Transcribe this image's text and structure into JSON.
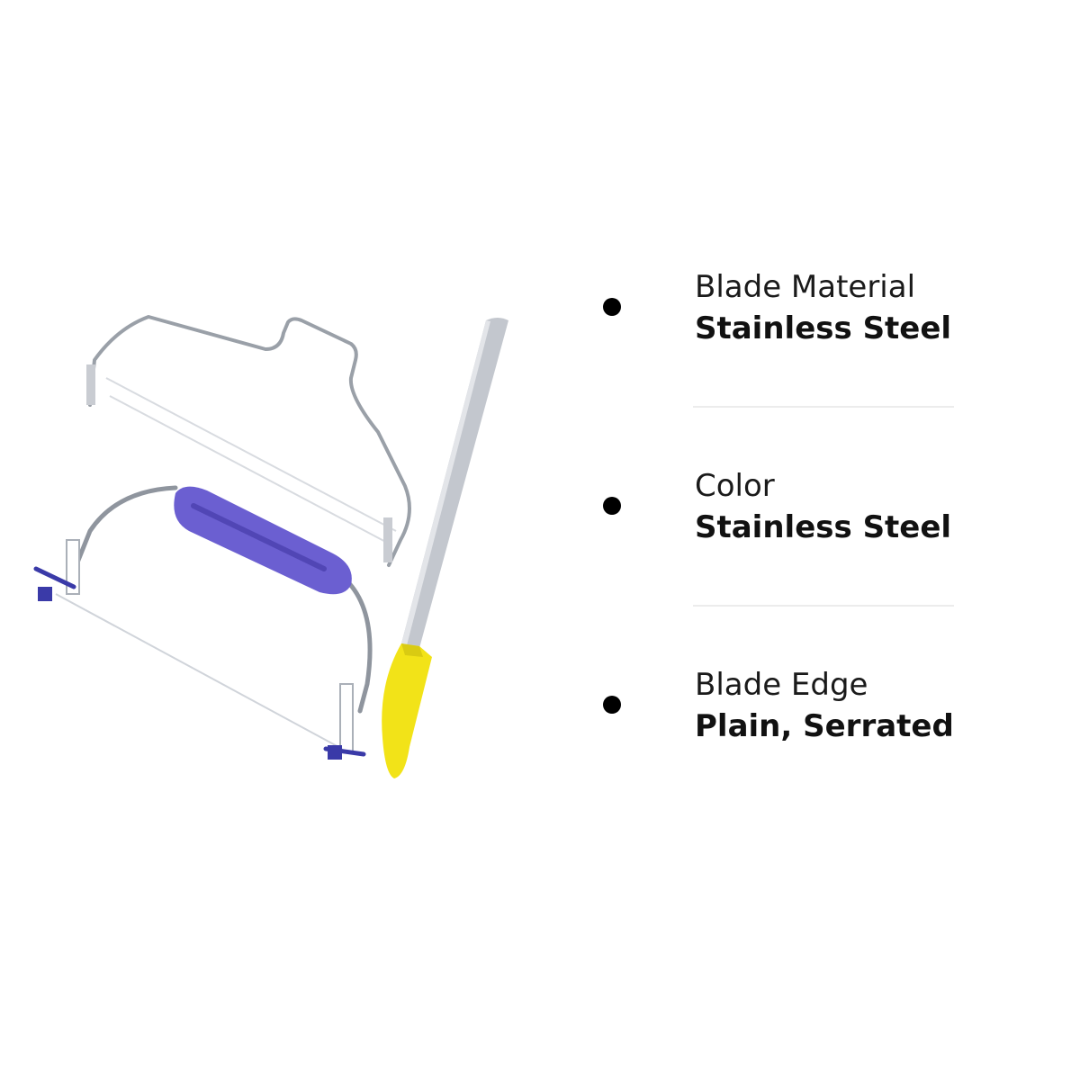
{
  "colors": {
    "leveler_handle": "#6b5fd1",
    "knife_handle": "#f2e318",
    "steel": "#b8bcc4",
    "bullet": "#000000",
    "divider": "#ececec"
  },
  "specs": [
    {
      "label": "Blade Material",
      "value": "Stainless Steel"
    },
    {
      "label": "Color",
      "value": "Stainless Steel"
    },
    {
      "label": "Blade Edge",
      "value": "Plain, Serrated"
    }
  ]
}
